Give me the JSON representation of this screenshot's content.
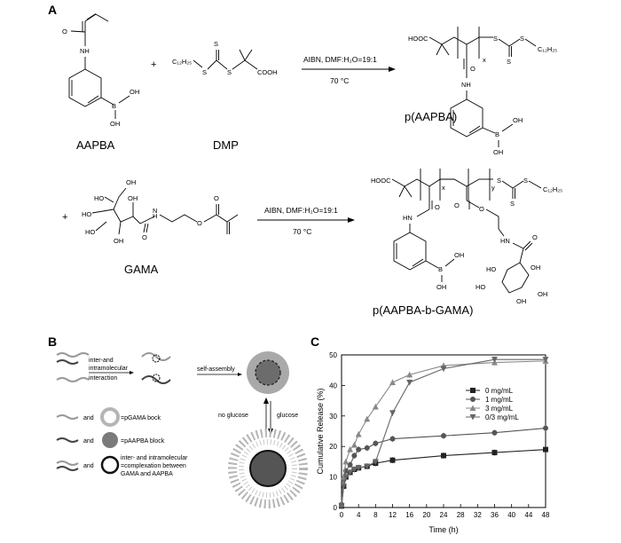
{
  "panels": {
    "a": "A",
    "b": "B",
    "c": "C"
  },
  "scheme": {
    "aapba_label": "AAPBA",
    "dmp_label": "DMP",
    "paapba_label": "p(AAPBA)",
    "gama_label": "GAMA",
    "block_label": "p(AAPBA-b-GAMA)",
    "plus": "+",
    "conditions": "AIBN, DMF:H₂O=19:1",
    "temperature": "70 °C",
    "atoms": {
      "o": "O",
      "nh": "NH",
      "hn": "HN",
      "b": "B",
      "oh": "OH",
      "ho": "HO",
      "s": "S",
      "cooh": "COOH",
      "hooc": "HOOC",
      "c12h25": "C₁₂H₂₅",
      "h": "H",
      "n": "N",
      "x": "x",
      "y": "y"
    }
  },
  "schematic": {
    "interaction_line1": "inter-and",
    "interaction_line2": "intramolecular",
    "interaction_line3": "interaction",
    "self_assembly": "self-assembly",
    "no_glucose": "no glucose",
    "glucose": "glucose",
    "legend": [
      {
        "and": "and",
        "text": "=pGAMA bock"
      },
      {
        "and": "and",
        "text": "=pAAPBA block"
      },
      {
        "and": "and",
        "text": "inter- and intramolecular",
        "text2": "=complexation between",
        "text3": "GAMA and AAPBA"
      }
    ]
  },
  "chart_data": {
    "type": "line",
    "xlabel": "Time (h)",
    "ylabel": "Cumulative Release (%)",
    "xlim": [
      0,
      48
    ],
    "ylim": [
      0,
      50
    ],
    "xticks": [
      0,
      4,
      8,
      12,
      16,
      20,
      24,
      28,
      32,
      36,
      40,
      44,
      48
    ],
    "yticks": [
      0,
      10,
      20,
      30,
      40,
      50
    ],
    "legend_position": "center-right",
    "series": [
      {
        "name": "0 mg/mL",
        "marker": "square",
        "color": "#222222",
        "x": [
          0,
          0.5,
          1,
          2,
          3,
          4,
          6,
          8,
          12,
          24,
          36,
          48
        ],
        "y": [
          0.5,
          7,
          10,
          11.5,
          12.5,
          13,
          13.5,
          14.5,
          15.5,
          17,
          18,
          19
        ]
      },
      {
        "name": "1 mg/mL",
        "marker": "circle",
        "color": "#555555",
        "x": [
          0,
          0.5,
          1,
          2,
          3,
          4,
          6,
          8,
          12,
          24,
          36,
          48
        ],
        "y": [
          1,
          9,
          12,
          14,
          17,
          19,
          19.5,
          21,
          22.5,
          23.5,
          24.5,
          26
        ]
      },
      {
        "name": "3 mg/mL",
        "marker": "triangle-up",
        "color": "#888888",
        "x": [
          0,
          0.5,
          1,
          2,
          3,
          4,
          6,
          8,
          12,
          16,
          24,
          36,
          48
        ],
        "y": [
          1,
          10,
          15,
          19,
          20.5,
          24,
          29,
          33,
          41,
          43.5,
          46.5,
          47.5,
          48
        ]
      },
      {
        "name": "0/3 mg/mL",
        "marker": "triangle-down",
        "color": "#666666",
        "x": [
          0,
          0.5,
          1,
          2,
          3,
          4,
          6,
          8,
          12,
          16,
          24,
          36,
          48
        ],
        "y": [
          0.5,
          7,
          10,
          11.5,
          12.5,
          13,
          13.5,
          15,
          31,
          41,
          45.5,
          48.5,
          48.5
        ]
      }
    ]
  }
}
